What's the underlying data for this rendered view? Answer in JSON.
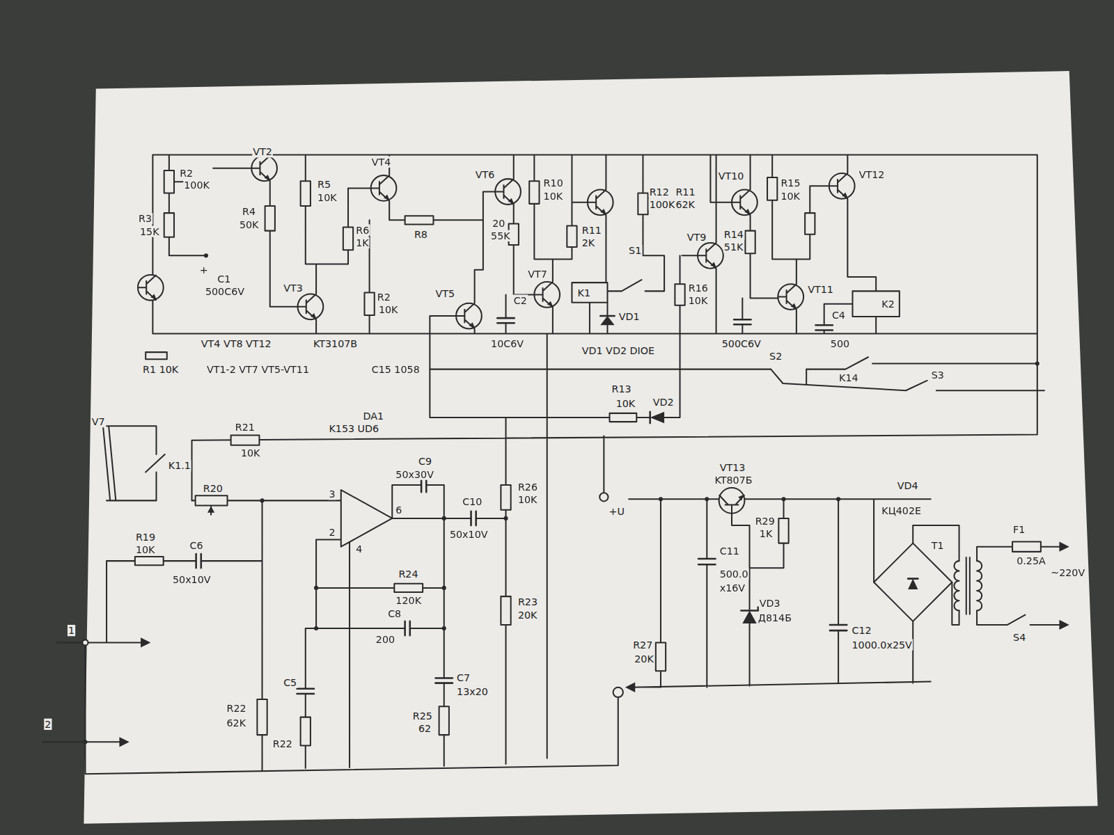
{
  "diagram": {
    "labels": [
      "VT2",
      "R2",
      "100K",
      "R3",
      "15K",
      "R4",
      "50K",
      "+",
      "C1",
      "500C6V",
      "R5",
      "10K",
      "VT4",
      "R6",
      "1K",
      "R2",
      "10K",
      "VT3",
      "R8",
      "VT6",
      "R10",
      "10K",
      "20",
      "55K",
      "VT5",
      "C2",
      "10C6V",
      "VT7",
      "R11",
      "2K",
      "R12",
      "R11",
      "100K",
      "62K",
      "K1",
      "S1",
      "VD1",
      "VT9",
      "R16",
      "10K",
      "VT10",
      "R15",
      "10K",
      "VT12",
      "R14",
      "51K",
      "VT11",
      "500C6V",
      "C4",
      "500",
      "K2",
      "VT4 VT8 VT12",
      "KT3107B",
      "VD1 VD2 DIOE",
      "R1 10K",
      "VT1-2 VT7 VT5-VT11",
      "C15 1058",
      "S2",
      "K14",
      "S3",
      "R13",
      "10K",
      "VD2",
      "V7",
      "K1.1",
      "R21",
      "10K",
      "DA1",
      "K153 UD6",
      "R20",
      "3",
      "2",
      "6",
      "4",
      "C9",
      "50x30V",
      "C10",
      "50x10V",
      "R26",
      "10K",
      "R23",
      "20K",
      "+U",
      "R19",
      "10K",
      "C6",
      "50x10V",
      "R24",
      "120K",
      "C8",
      "200",
      "C5",
      "R22",
      "62K",
      "R22",
      "R25",
      "62",
      "C7",
      "13x20",
      "1",
      "2",
      "VT13",
      "KT807Б",
      "R29",
      "1K",
      "C11",
      "500.0",
      "x16V",
      "VD3",
      "Д814Б",
      "C12",
      "1000.0x25V",
      "VD4",
      "KЦ402E",
      "T1",
      "F1",
      "0.25A",
      "~220V",
      "S4",
      "R27",
      "20K"
    ]
  }
}
